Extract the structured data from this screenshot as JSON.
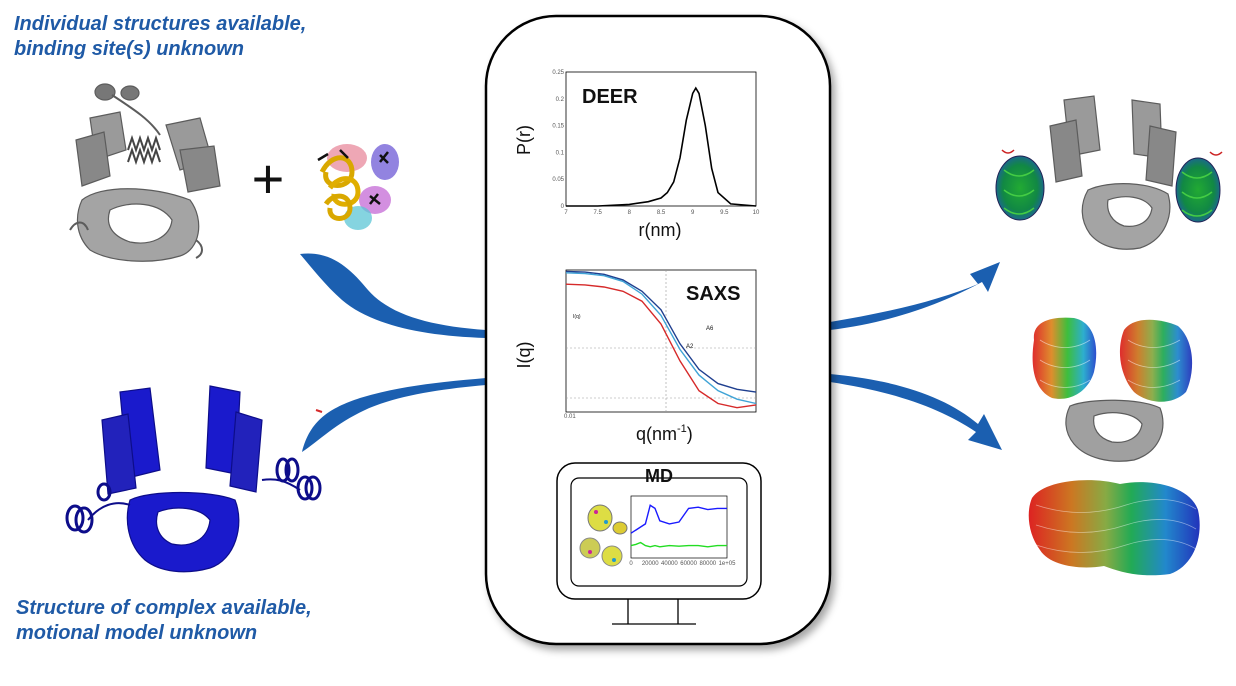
{
  "captions": {
    "top_line1": "Individual structures available,",
    "top_line2": "binding site(s) unknown",
    "bottom_line1": "Structure of complex available,",
    "bottom_line2": "motional model unknown"
  },
  "plus_sign": "+",
  "deer": {
    "title": "DEER",
    "ylabel": "P(r)",
    "xlabel": "r(nm)"
  },
  "saxs": {
    "title": "SAXS",
    "ylabel": "I(q)",
    "xlabel_main": "q(nm",
    "xlabel_sup": "-1",
    "xlabel_end": ")",
    "curve_label_1": "A6",
    "curve_label_2": "A2",
    "y_axis_small_label": "I(q)"
  },
  "md": {
    "title": "MD"
  },
  "colors": {
    "caption": "#1f5aa6",
    "arrow": "#1b5fb0",
    "protein_gray": "#8a8a8a",
    "protein_blue": "#1a1acc",
    "saxs_blue": "#1f3f8f",
    "saxs_cyan": "#3fa3d6",
    "saxs_red": "#d62a2a",
    "md_blue": "#1a1aff",
    "md_green": "#22dd22"
  },
  "chart_data": [
    {
      "type": "line",
      "title": "DEER",
      "xlabel": "r(nm)",
      "ylabel": "P(r)",
      "xlim": [
        7,
        10
      ],
      "ylim": [
        0,
        0.25
      ],
      "x_ticks": [
        "7",
        "7.5",
        "8",
        "8.5",
        "9",
        "9.5",
        "10"
      ],
      "y_ticks": [
        "0",
        "0.05",
        "0.1",
        "0.15",
        "0.2",
        "0.25"
      ],
      "series": [
        {
          "x": [
            7.0,
            7.5,
            8.0,
            8.3,
            8.5,
            8.6,
            8.7,
            8.8,
            8.9,
            9.0,
            9.05,
            9.1,
            9.2,
            9.3,
            9.4,
            9.6,
            10.0
          ],
          "values": [
            0.0,
            0.0,
            0.003,
            0.008,
            0.015,
            0.025,
            0.045,
            0.09,
            0.16,
            0.21,
            0.22,
            0.21,
            0.15,
            0.07,
            0.025,
            0.004,
            0.0
          ]
        }
      ]
    },
    {
      "type": "line",
      "title": "SAXS",
      "xlabel": "q(nm-1)",
      "ylabel": "I(q)",
      "x_ticks": [
        "0.01"
      ],
      "series": [
        {
          "name": "A6",
          "x": [
            0.0,
            0.1,
            0.2,
            0.3,
            0.4,
            0.5,
            0.6,
            0.7,
            0.8,
            0.9,
            1.0
          ],
          "values": [
            0.99,
            0.985,
            0.97,
            0.93,
            0.85,
            0.72,
            0.48,
            0.3,
            0.2,
            0.16,
            0.14
          ]
        },
        {
          "x": [
            0.0,
            0.1,
            0.2,
            0.3,
            0.4,
            0.5,
            0.6,
            0.7,
            0.8,
            0.9,
            1.0
          ],
          "values": [
            0.98,
            0.975,
            0.96,
            0.92,
            0.83,
            0.68,
            0.44,
            0.26,
            0.15,
            0.09,
            0.06
          ]
        },
        {
          "name": "A2",
          "x": [
            0.0,
            0.1,
            0.2,
            0.3,
            0.4,
            0.5,
            0.6,
            0.7,
            0.8,
            0.9,
            1.0
          ],
          "values": [
            0.9,
            0.895,
            0.88,
            0.85,
            0.78,
            0.62,
            0.36,
            0.15,
            0.06,
            0.03,
            0.05
          ]
        }
      ]
    },
    {
      "type": "line",
      "title": "",
      "x_ticks": [
        "0",
        "20000",
        "40000",
        "60000",
        "80000",
        "1e+05"
      ],
      "series": [
        {
          "x": [
            0,
            5000,
            10000,
            15000,
            20000,
            25000,
            30000,
            40000,
            50000,
            60000,
            70000,
            80000,
            90000,
            100000
          ],
          "values": [
            0.4,
            0.45,
            0.5,
            0.55,
            0.85,
            0.8,
            0.6,
            0.55,
            0.58,
            0.8,
            0.82,
            0.78,
            0.8,
            0.8
          ]
        },
        {
          "x": [
            0,
            5000,
            10000,
            15000,
            20000,
            25000,
            30000,
            40000,
            50000,
            60000,
            70000,
            80000,
            90000,
            100000
          ],
          "values": [
            0.2,
            0.22,
            0.25,
            0.2,
            0.18,
            0.2,
            0.18,
            0.2,
            0.19,
            0.2,
            0.2,
            0.18,
            0.2,
            0.2
          ]
        }
      ]
    }
  ]
}
